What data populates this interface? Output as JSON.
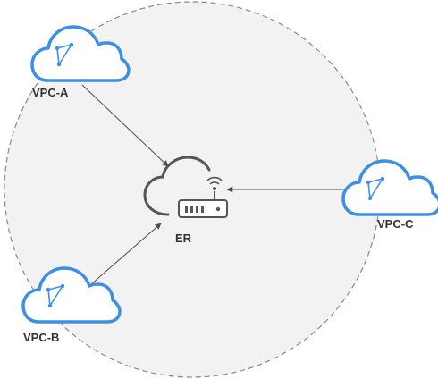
{
  "diagram": {
    "router": {
      "label": "ER"
    },
    "vpcs": [
      {
        "id": "vpc-a",
        "label": "VPC-A"
      },
      {
        "id": "vpc-b",
        "label": "VPC-B"
      },
      {
        "id": "vpc-c",
        "label": "VPC-C"
      }
    ],
    "colors": {
      "cloud_stroke": "#3d8fe6",
      "cloud_fill": "#ffffff",
      "region_fill": "#f2f2f2",
      "region_stroke": "#8a8a8a",
      "connector": "#4d4d4d",
      "router_icon": "#555555",
      "text": "#333333"
    },
    "icons": {
      "vpc": "vpc-cloud-icon",
      "router": "enterprise-router-icon"
    }
  }
}
